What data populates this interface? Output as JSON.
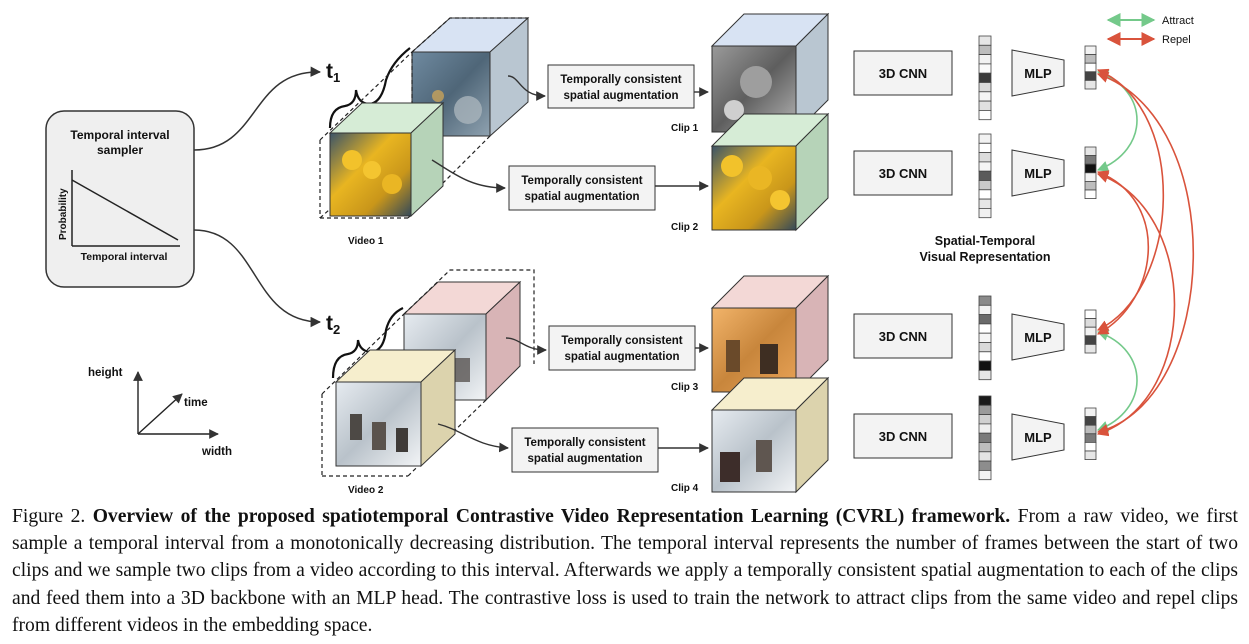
{
  "sampler": {
    "title_line1": "Temporal interval",
    "title_line2": "sampler",
    "y_axis": "Probability",
    "x_axis": "Temporal interval"
  },
  "intervals": {
    "t1_base": "t",
    "t1_sub": "1",
    "t2_base": "t",
    "t2_sub": "2"
  },
  "videos": {
    "video1": "Video 1",
    "video2": "Video 2"
  },
  "augmentation": {
    "line1": "Temporally consistent",
    "line2": "spatial augmentation"
  },
  "clips": [
    "Clip 1",
    "Clip 2",
    "Clip 3",
    "Clip 4"
  ],
  "encoder": {
    "cnn_label": "3D CNN",
    "mlp_label": "MLP"
  },
  "representation": {
    "line1": "Spatial-Temporal",
    "line2": "Visual Representation"
  },
  "legend": {
    "attract": "Attract",
    "repel": "Repel",
    "attract_color": "#74c98a",
    "repel_color": "#d9533c"
  },
  "axes_icon": {
    "height": "height",
    "time": "time",
    "width": "width"
  },
  "caption": {
    "prefix": "Figure 2. ",
    "bold": "Overview of the proposed spatiotemporal Contrastive Video Representation Learning (CVRL) framework.",
    "text": " From a raw video, we first sample a temporal interval from a monotonically decreasing distribution. The temporal interval represents the number of frames between the start of two clips and we sample two clips from a video according to this interval. Afterwards we apply a temporally consistent spatial augmentation to each of the clips and feed them into a 3D backbone with an MLP head. The contrastive loss is used to train the network to attract clips from the same video and repel clips from different videos in the embedding space."
  }
}
